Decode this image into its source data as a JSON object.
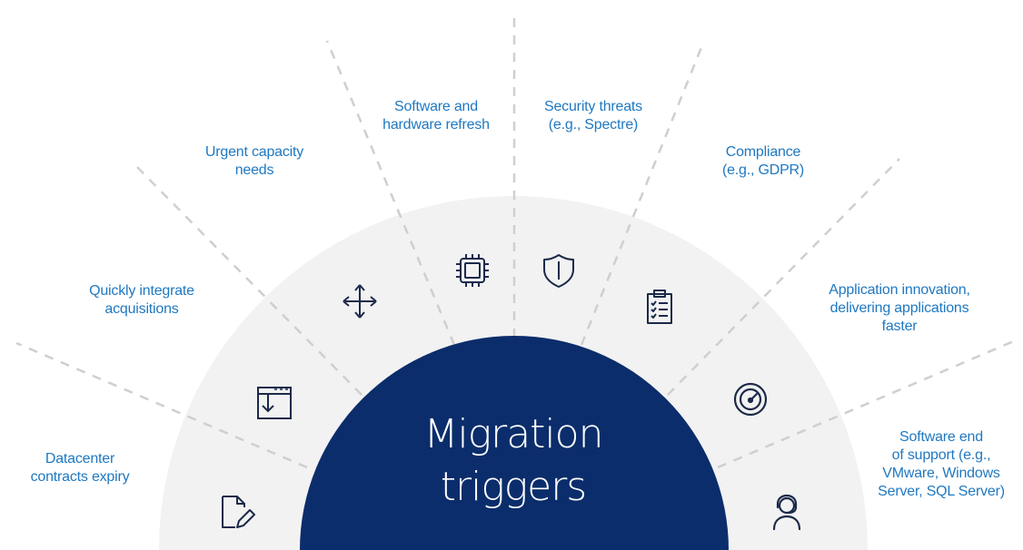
{
  "center": {
    "title": "Migration\ntriggers"
  },
  "colors": {
    "navy": "#0b2d6b",
    "accent": "#1f78c1",
    "band": "#f2f2f2",
    "dash": "#cfcfcf",
    "icon": "#1b2a4a"
  },
  "triggers": [
    {
      "label": "Datacenter\ncontracts expiry",
      "icon": "document-edit-icon"
    },
    {
      "label": "Quickly integrate\nacquisitions",
      "icon": "download-window-icon"
    },
    {
      "label": "Urgent capacity\nneeds",
      "icon": "move-arrows-icon"
    },
    {
      "label": "Software and\nhardware refresh",
      "icon": "chip-icon"
    },
    {
      "label": "Security threats\n(e.g., Spectre)",
      "icon": "shield-icon"
    },
    {
      "label": "Compliance\n(e.g., GDPR)",
      "icon": "clipboard-checklist-icon"
    },
    {
      "label": "Application innovation,\ndelivering applications\nfaster",
      "icon": "gauge-icon"
    },
    {
      "label": "Software end\nof support (e.g.,\nVMware, Windows\nServer, SQL Server)",
      "icon": "person-headset-icon"
    }
  ]
}
